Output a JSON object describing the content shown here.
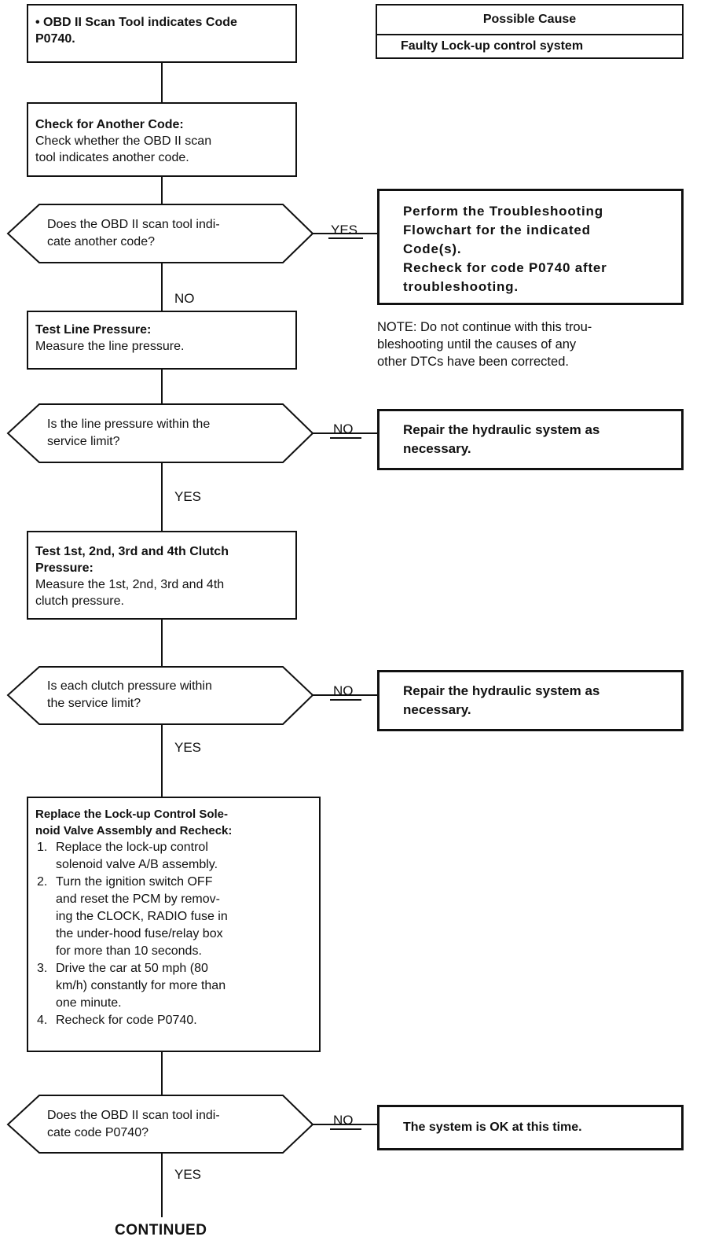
{
  "start": {
    "text": "• OBD II Scan Tool indicates Code\nP0740."
  },
  "possible_cause": {
    "header": "Possible Cause",
    "value": "Faulty Lock-up control system"
  },
  "check_code": {
    "title": "Check for Another Code:",
    "body": "Check whether the OBD II scan\ntool indicates another code."
  },
  "q1": {
    "text": "Does the OBD II scan tool indi-\ncate another code?",
    "yes": "YES",
    "no": "NO"
  },
  "perform": {
    "text": "Perform the Troubleshooting\nFlowchart for the indicated\nCode(s).\nRecheck for code P0740 after\ntroubleshooting."
  },
  "note": {
    "text": "NOTE: Do not continue with this trou-\nbleshooting until the causes of any\nother DTCs have been corrected."
  },
  "line_pressure": {
    "title": "Test Line Pressure:",
    "body": "Measure the line pressure."
  },
  "q2": {
    "text": "Is the line pressure within the\nservice limit?",
    "no": "NO",
    "yes": "YES"
  },
  "repair1": {
    "text": "Repair the hydraulic system as\nnecessary."
  },
  "clutch": {
    "title": "Test 1st, 2nd, 3rd and 4th Clutch\nPressure:",
    "body": "Measure the 1st, 2nd, 3rd and 4th\nclutch pressure."
  },
  "q3": {
    "text": "Is each clutch pressure within\nthe service limit?",
    "no": "NO",
    "yes": "YES"
  },
  "repair2": {
    "text": "Repair the hydraulic system as\nnecessary."
  },
  "replace": {
    "title": "Replace the Lock-up Control Sole-\nnoid Valve Assembly and Recheck:",
    "steps": [
      {
        "n": "1.",
        "text": "Replace the lock-up control\nsolenoid valve A/B assembly."
      },
      {
        "n": "2.",
        "text": "Turn the ignition switch OFF\nand reset the PCM by remov-\ning the CLOCK, RADIO fuse in\nthe under-hood fuse/relay box\nfor more than 10 seconds."
      },
      {
        "n": "3.",
        "text": "Drive the car at 50 mph (80\nkm/h) constantly for more than\none minute."
      },
      {
        "n": "4.",
        "text": "Recheck for code P0740."
      }
    ]
  },
  "q4": {
    "text": "Does the OBD II scan tool indi-\ncate code P0740?",
    "no": "NO",
    "yes": "YES"
  },
  "ok": {
    "text": "The system is OK at this time."
  },
  "continued": "CONTINUED"
}
